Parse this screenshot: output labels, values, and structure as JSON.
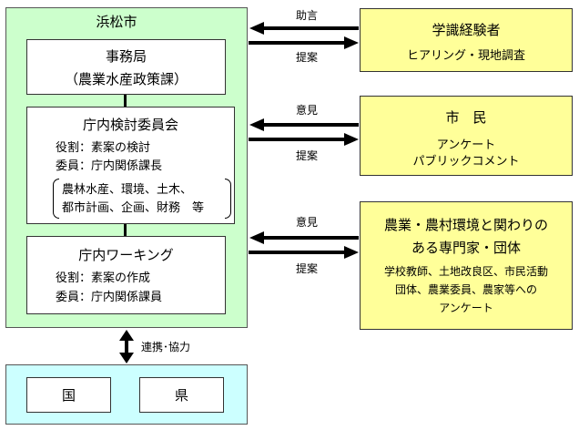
{
  "city": {
    "name": "浜松市",
    "secretariat": {
      "title": "事務局",
      "subtitle": "（農業水産政策課）"
    },
    "committee": {
      "title": "庁内検討委員会",
      "role": "役割：素案の検討",
      "members": "委員：庁内関係課長",
      "departments_line1": "農林水産、環境、土木、",
      "departments_line2": "都市計画、企画、財務　等"
    },
    "working": {
      "title": "庁内ワーキング",
      "role": "役割：素案の作成",
      "members": "委員：庁内関係課員"
    }
  },
  "external": {
    "experts": {
      "title": "学識経験者",
      "detail": "ヒアリング・現地調査"
    },
    "citizens": {
      "title": "市　民",
      "detail_line1": "アンケート",
      "detail_line2": "パブリックコメント"
    },
    "groups": {
      "title_line1": "農業・農村環境と関わりの",
      "title_line2": "ある専門家・団体",
      "detail_line1": "学校教師、土地改良区、市民活動",
      "detail_line2": "団体、農業委員、農家等への",
      "detail_line3": "アンケート"
    }
  },
  "arrows": {
    "experts_in": "助言",
    "experts_out": "提案",
    "citizens_in": "意見",
    "citizens_out": "提案",
    "groups_in": "意見",
    "groups_out": "提案",
    "cooperation": "連携･協力"
  },
  "government": {
    "country": "国",
    "prefecture": "県"
  }
}
